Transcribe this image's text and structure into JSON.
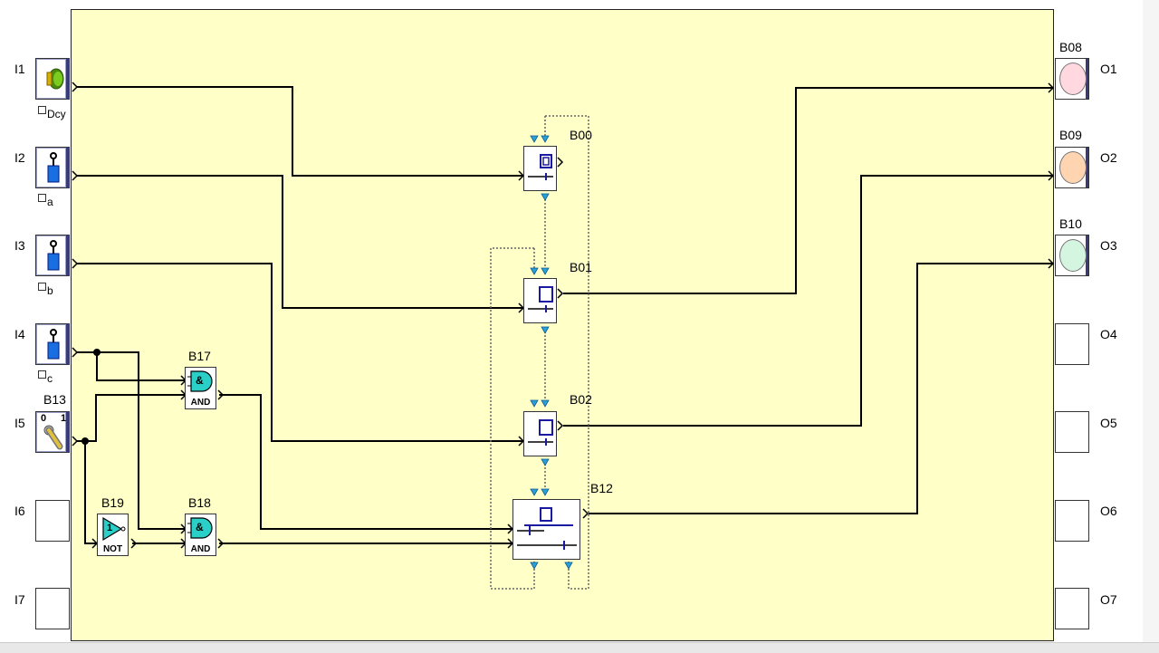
{
  "inputs": [
    {
      "id": "I1",
      "sub": "Dcy",
      "icon": "pushbutton-green-icon"
    },
    {
      "id": "I2",
      "sub": "a",
      "icon": "limit-switch-icon"
    },
    {
      "id": "I3",
      "sub": "b",
      "icon": "limit-switch-icon"
    },
    {
      "id": "I4",
      "sub": "c",
      "icon": "limit-switch-icon"
    },
    {
      "id": "I5",
      "block": "B13",
      "icon": "selector-switch-icon",
      "pos0": "0",
      "pos1": "1"
    },
    {
      "id": "I6"
    },
    {
      "id": "I7"
    }
  ],
  "outputs": [
    {
      "id": "O1",
      "block": "B08",
      "color": "#ffd8e0"
    },
    {
      "id": "O2",
      "block": "B09",
      "color": "#ffd4b0"
    },
    {
      "id": "O3",
      "block": "B10",
      "color": "#d4f5e0"
    },
    {
      "id": "O4"
    },
    {
      "id": "O5"
    },
    {
      "id": "O6"
    },
    {
      "id": "O7"
    }
  ],
  "blocks": {
    "b00": "B00",
    "b01": "B01",
    "b02": "B02",
    "b12": "B12",
    "b17": "B17",
    "b17_text": "AND",
    "b17_sym": "&",
    "b18": "B18",
    "b18_text": "AND",
    "b18_sym": "&",
    "b19": "B19",
    "b19_text": "NOT",
    "b19_sym": "1"
  },
  "colors": {
    "canvas": "#ffffc8",
    "sfc": "#1a1aa0",
    "connector": "#2aa0d8"
  }
}
